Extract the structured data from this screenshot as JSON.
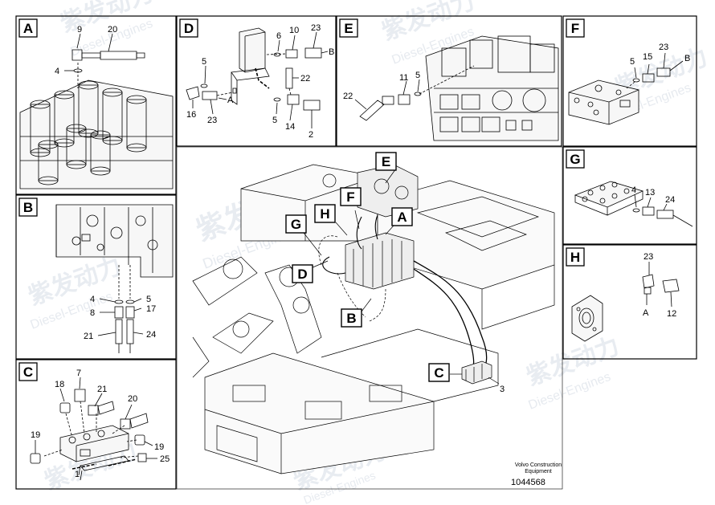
{
  "panels": [
    {
      "letter": "A",
      "parts": [
        "9",
        "20",
        "4"
      ]
    },
    {
      "letter": "B",
      "parts": [
        "4",
        "5",
        "8",
        "17",
        "21",
        "24"
      ]
    },
    {
      "letter": "C",
      "parts": [
        "7",
        "18",
        "21",
        "20",
        "19",
        "19",
        "25",
        "1"
      ]
    },
    {
      "letter": "D",
      "parts": [
        "6",
        "10",
        "23",
        "5",
        "22",
        "16",
        "23",
        "5",
        "14",
        "2"
      ],
      "arrow_labels": [
        "B",
        "A"
      ]
    },
    {
      "letter": "E",
      "parts": [
        "11",
        "5",
        "22"
      ]
    },
    {
      "letter": "F",
      "parts": [
        "5",
        "15",
        "23"
      ],
      "arrow_labels": [
        "B"
      ]
    },
    {
      "letter": "G",
      "parts": [
        "4",
        "13",
        "24"
      ]
    },
    {
      "letter": "H",
      "parts": [
        "23",
        "12"
      ],
      "arrow_labels": [
        "A"
      ]
    }
  ],
  "main_view": {
    "callouts": [
      "E",
      "F",
      "H",
      "A",
      "G",
      "D",
      "B",
      "C"
    ],
    "parts": [
      "3"
    ]
  },
  "watermark": {
    "text": "紫发动力",
    "subtext": "Diesel-Engines"
  },
  "footer": {
    "brand_line1": "Volvo Construction",
    "brand_line2": "Equipment",
    "number": "1044568"
  },
  "colors": {
    "ink": "#000000",
    "watermark": "#d7dde6"
  }
}
